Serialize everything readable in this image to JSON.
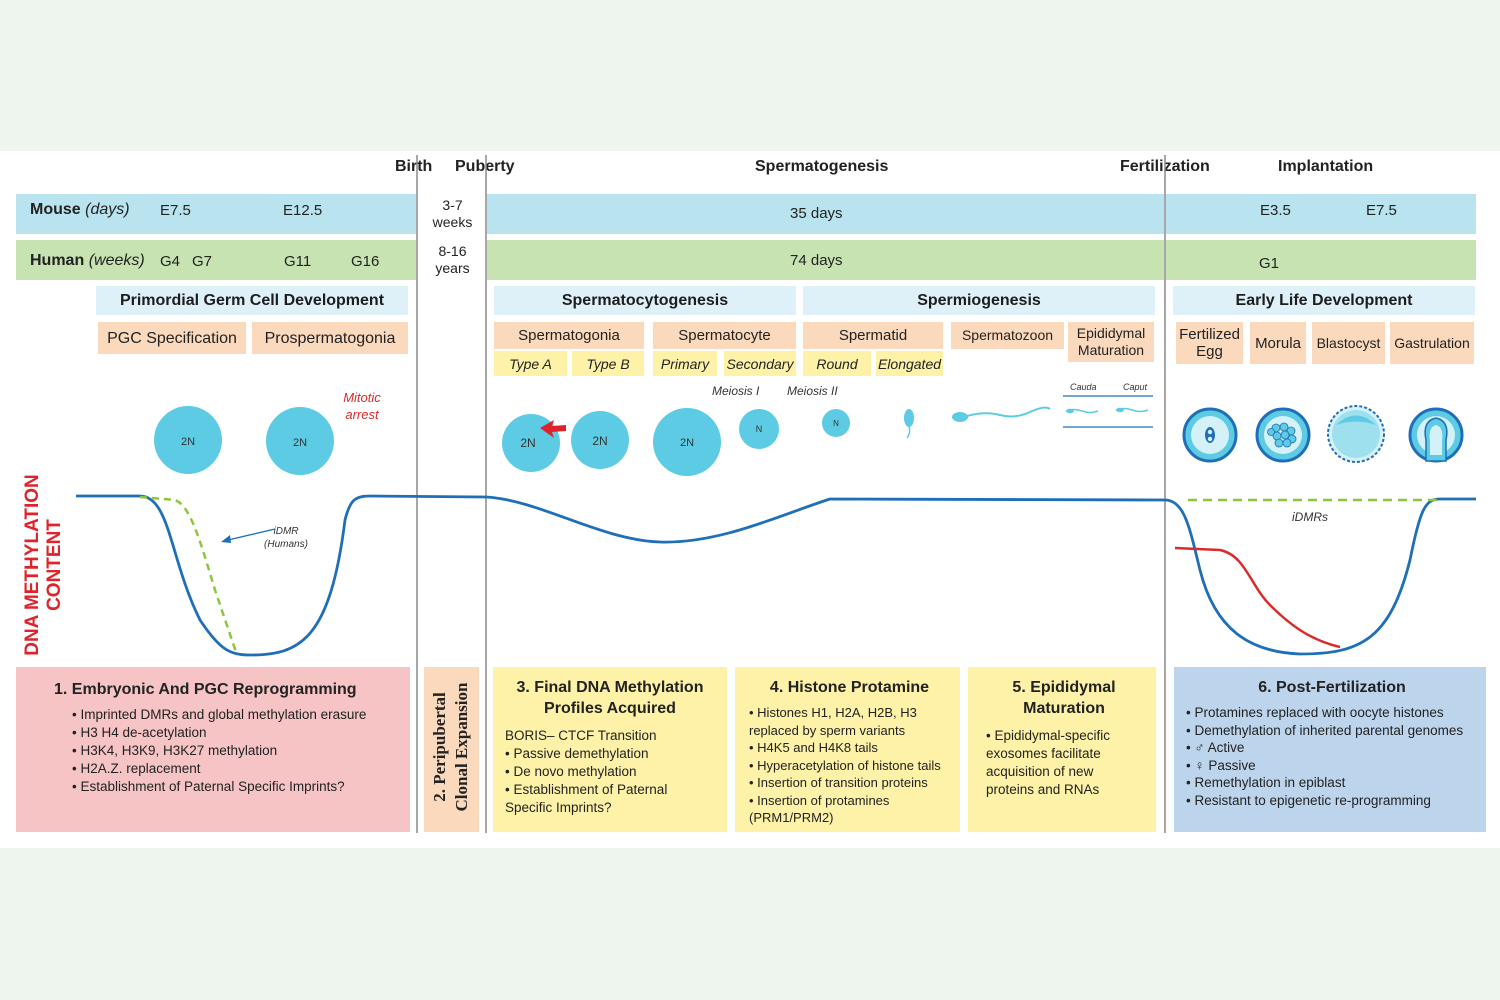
{
  "milestones": {
    "birth": "Birth",
    "puberty": "Puberty",
    "spermatogenesis": "Spermatogenesis",
    "fertilization": "Fertilization",
    "implantation": "Implantation"
  },
  "mouse": {
    "label": "Mouse",
    "unit": "(days)",
    "e75": "E7.5",
    "e125": "E12.5",
    "puberty_weeks": "3-7 weeks",
    "sperm_days": "35 days",
    "e35": "E3.5",
    "e75b": "E7.5"
  },
  "human": {
    "label": "Human",
    "unit": "(weeks)",
    "g4": "G4",
    "g7": "G7",
    "g11": "G11",
    "g16": "G16",
    "puberty_years": "8-16 years",
    "sperm_days": "74 days",
    "g1": "G1"
  },
  "sections": {
    "pgc": "Primordial Germ Cell Development",
    "spermatocyto": "Spermatocytogenesis",
    "spermio": "Spermiogenesis",
    "early": "Early Life Development"
  },
  "stages": {
    "pgc_spec": "PGC Specification",
    "prospermatogonia": "Prospermatogonia",
    "spermatogonia": "Spermatogonia",
    "spermatocyte": "Spermatocyte",
    "spermatid": "Spermatid",
    "spermatozoon": "Spermatozoon",
    "epididymal": "Epididymal Maturation",
    "fertilized_egg": "Fertilized Egg",
    "morula": "Morula",
    "blastocyst": "Blastocyst",
    "gastrulation": "Gastrulation"
  },
  "substages": {
    "type_a": "Type A",
    "type_b": "Type B",
    "primary": "Primary",
    "secondary": "Secondary",
    "round": "Round",
    "elongated": "Elongated"
  },
  "annotations": {
    "mitotic_arrest": "Mitotic arrest",
    "meiosis1": "Meiosis I",
    "meiosis2": "Meiosis II",
    "cauda": "Cauda",
    "caput": "Caput",
    "idmr_humans": "iDMR (Humans)",
    "idmrs": "iDMRs",
    "y_axis": "DNA METHYLATION CONTENT"
  },
  "cells": {
    "c1": "2N",
    "c2": "2N",
    "c3": "2N",
    "c4": "2N",
    "c5": "2N",
    "c6": "N",
    "c7": "N"
  },
  "boxes": {
    "b1": {
      "title": "1. Embryonic And PGC Reprogramming",
      "items": [
        "Imprinted DMRs and global methylation erasure",
        "H3 H4 de-acetylation",
        "H3K4, H3K9, H3K27 methylation",
        "H2A.Z. replacement",
        "Establishment of Paternal Specific Imprints?"
      ]
    },
    "b2": {
      "title": "2. Peripubertal Clonal Expansion"
    },
    "b3": {
      "title": "3. Final DNA Methylation Profiles Acquired",
      "lead": "BORIS– CTCF Transition",
      "items": [
        "Passive demethylation",
        "De novo methylation",
        "Establishment of Paternal Specific Imprints?"
      ]
    },
    "b4": {
      "title": "4. Histone Protamine",
      "items": [
        "Histones H1, H2A, H2B, H3 replaced by sperm variants",
        "H4K5 and H4K8 tails",
        "Hyperacetylation of histone tails",
        "Insertion of transition proteins",
        "Insertion of protamines (PRM1/PRM2)"
      ]
    },
    "b5": {
      "title": "5. Epididymal Maturation",
      "items": [
        "Epididymal-specific exosomes facilitate acquisition of new proteins and RNAs"
      ]
    },
    "b6": {
      "title": "6. Post-Fertilization",
      "items": [
        "Protamines replaced with oocyte histones",
        "Demethylation of inherited parental genomes",
        "♂ Active",
        "♀ Passive",
        "Remethylation in epiblast",
        "Resistant to epigenetic re-programming"
      ]
    }
  },
  "colors": {
    "mouse_band": "#b9e4ef",
    "human_band": "#c7e3b2",
    "cell": "#5ccbe3",
    "curve": "#1f6fb8",
    "dashed": "#8cc63f",
    "red_curve": "#d92b2b",
    "box1": "#f6c4c4",
    "box_yellow": "#fdf2a8",
    "box_peach": "#fbd9bd",
    "box6": "#bcd4ec"
  }
}
